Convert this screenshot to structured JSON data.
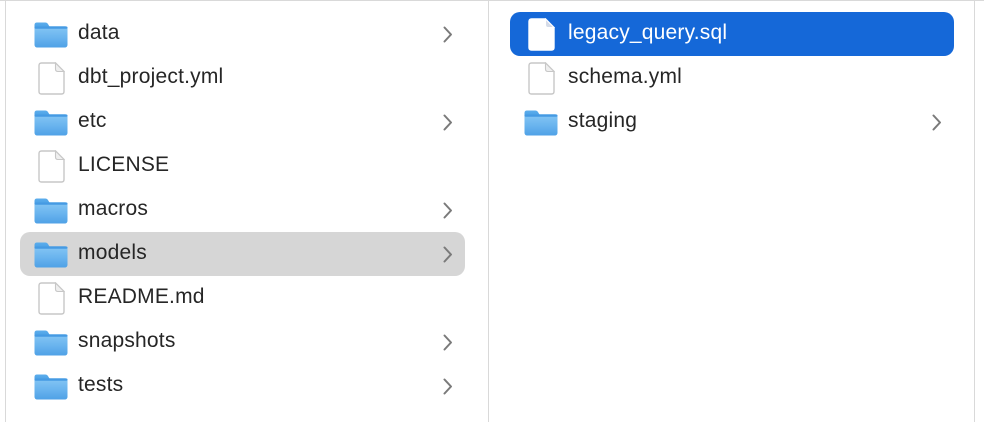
{
  "colors": {
    "selection_active": "#1568d8",
    "selection_inactive": "#d6d6d6",
    "text": "#262626",
    "text_selected": "#ffffff",
    "divider": "#d9d9d9",
    "chevron": "#7a7a7a"
  },
  "columns": [
    {
      "id": "left",
      "items": [
        {
          "label": "data",
          "type": "folder",
          "chevron": true,
          "selected": false
        },
        {
          "label": "dbt_project.yml",
          "type": "file",
          "chevron": false,
          "selected": false
        },
        {
          "label": "etc",
          "type": "folder",
          "chevron": true,
          "selected": false
        },
        {
          "label": "LICENSE",
          "type": "file",
          "chevron": false,
          "selected": false
        },
        {
          "label": "macros",
          "type": "folder",
          "chevron": true,
          "selected": false
        },
        {
          "label": "models",
          "type": "folder",
          "chevron": true,
          "selected": true,
          "selection_style": "inactive"
        },
        {
          "label": "README.md",
          "type": "file",
          "chevron": false,
          "selected": false
        },
        {
          "label": "snapshots",
          "type": "folder",
          "chevron": true,
          "selected": false
        },
        {
          "label": "tests",
          "type": "folder",
          "chevron": true,
          "selected": false
        }
      ]
    },
    {
      "id": "right",
      "items": [
        {
          "label": "legacy_query.sql",
          "type": "file",
          "chevron": false,
          "selected": true,
          "selection_style": "active"
        },
        {
          "label": "schema.yml",
          "type": "file",
          "chevron": false,
          "selected": false
        },
        {
          "label": "staging",
          "type": "folder",
          "chevron": true,
          "selected": false
        }
      ]
    }
  ]
}
